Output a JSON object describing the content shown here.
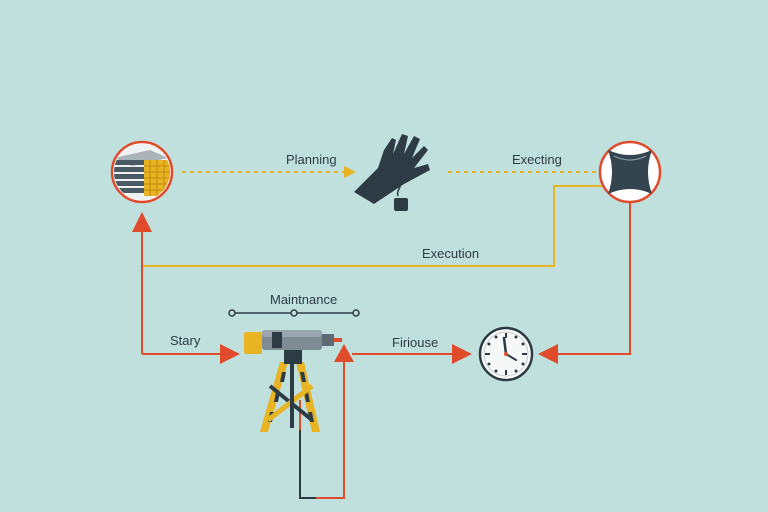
{
  "labels": {
    "planning": "Planning",
    "execting": "Execting",
    "execution": "Execution",
    "maintnance": "Maintnance",
    "stary": "Stary",
    "firiouse": "Firiouse"
  },
  "icons": {
    "materials": "stacked-materials-icon",
    "hand": "hand-icon",
    "pillow": "pillow-icon",
    "drill": "drill-on-tripod-icon",
    "clock": "clock-icon"
  },
  "colors": {
    "background": "#bfe0dc",
    "accent_red": "#e04b2c",
    "accent_yellow": "#e8b423",
    "dark": "#2d3b44"
  }
}
